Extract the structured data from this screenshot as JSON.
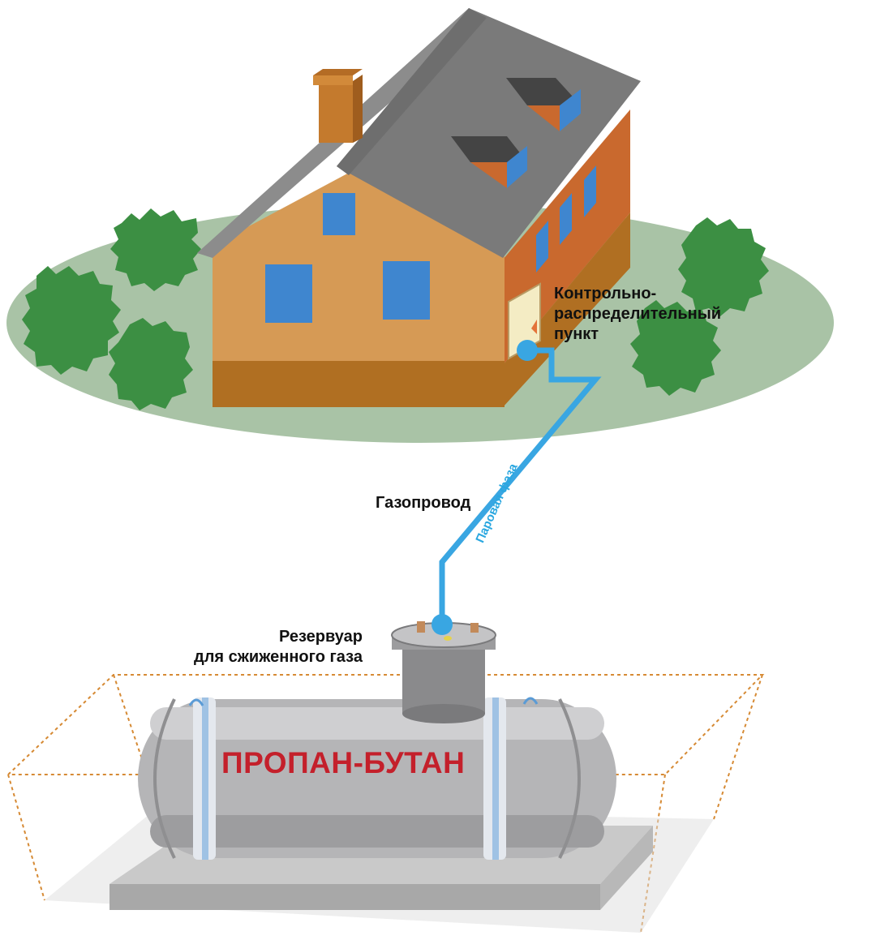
{
  "labels": {
    "control_point_line1": "Контрольно-",
    "control_point_line2": "распределительный",
    "control_point_line3": "пункт",
    "pipeline": "Газопровод",
    "vapor_phase": "Паровая фаза",
    "tank_line1": "Резервуар",
    "tank_line2": "для сжиженного газа",
    "tank_marking": "ПРОПАН-БУТАН"
  },
  "colors": {
    "lawn": "#a9c3a6",
    "bush": "#3c8f43",
    "roof": "#7a7a7a",
    "wall_front": "#d69a55",
    "wall_side": "#c9692e",
    "foundation": "#b06f22",
    "window": "#3f86cf",
    "pipe": "#39a6e2",
    "tank": "#b5b5b7",
    "tank_text": "#c4202b",
    "pit_outline": "#d68a34"
  }
}
